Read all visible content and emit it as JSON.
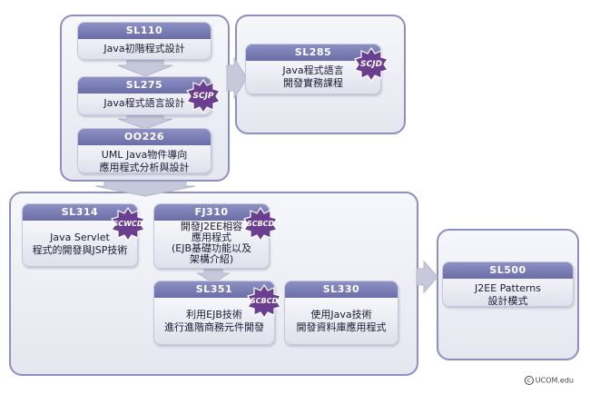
{
  "courses": {
    "sl110": {
      "code": "SL110",
      "title": "Java初階程式設計"
    },
    "sl275": {
      "code": "SL275",
      "title": "Java程式語言設計",
      "badge": "SCJP"
    },
    "oo226": {
      "code": "OO226",
      "title": "UML Java物件導向\n應用程式分析與設計"
    },
    "sl285": {
      "code": "SL285",
      "title": "Java程式語言\n開發實務課程",
      "badge": "SCJD"
    },
    "sl314": {
      "code": "SL314",
      "title": "Java Servlet\n程式的開發與JSP技術",
      "badge": "SCWCD"
    },
    "fj310": {
      "code": "FJ310",
      "title": "開發J2EE相容\n應用程式\n(EJB基礎功能以及\n架構介紹)",
      "badge": "SCBCD"
    },
    "sl351": {
      "code": "SL351",
      "title": "利用EJB技術\n進行進階商務元件開發",
      "badge": "SCBCD"
    },
    "sl330": {
      "code": "SL330",
      "title": "使用Java技術\n開發資料庫應用程式"
    },
    "sl500": {
      "code": "SL500",
      "title": "J2EE Patterns\n設計模式"
    }
  },
  "footer": {
    "copyright": "UCOM.edu"
  },
  "colors": {
    "header": "#7a7db5",
    "group_border": "#8e8fbe",
    "badge": "#6b3f8f",
    "arrow": "#c0c2d6"
  }
}
